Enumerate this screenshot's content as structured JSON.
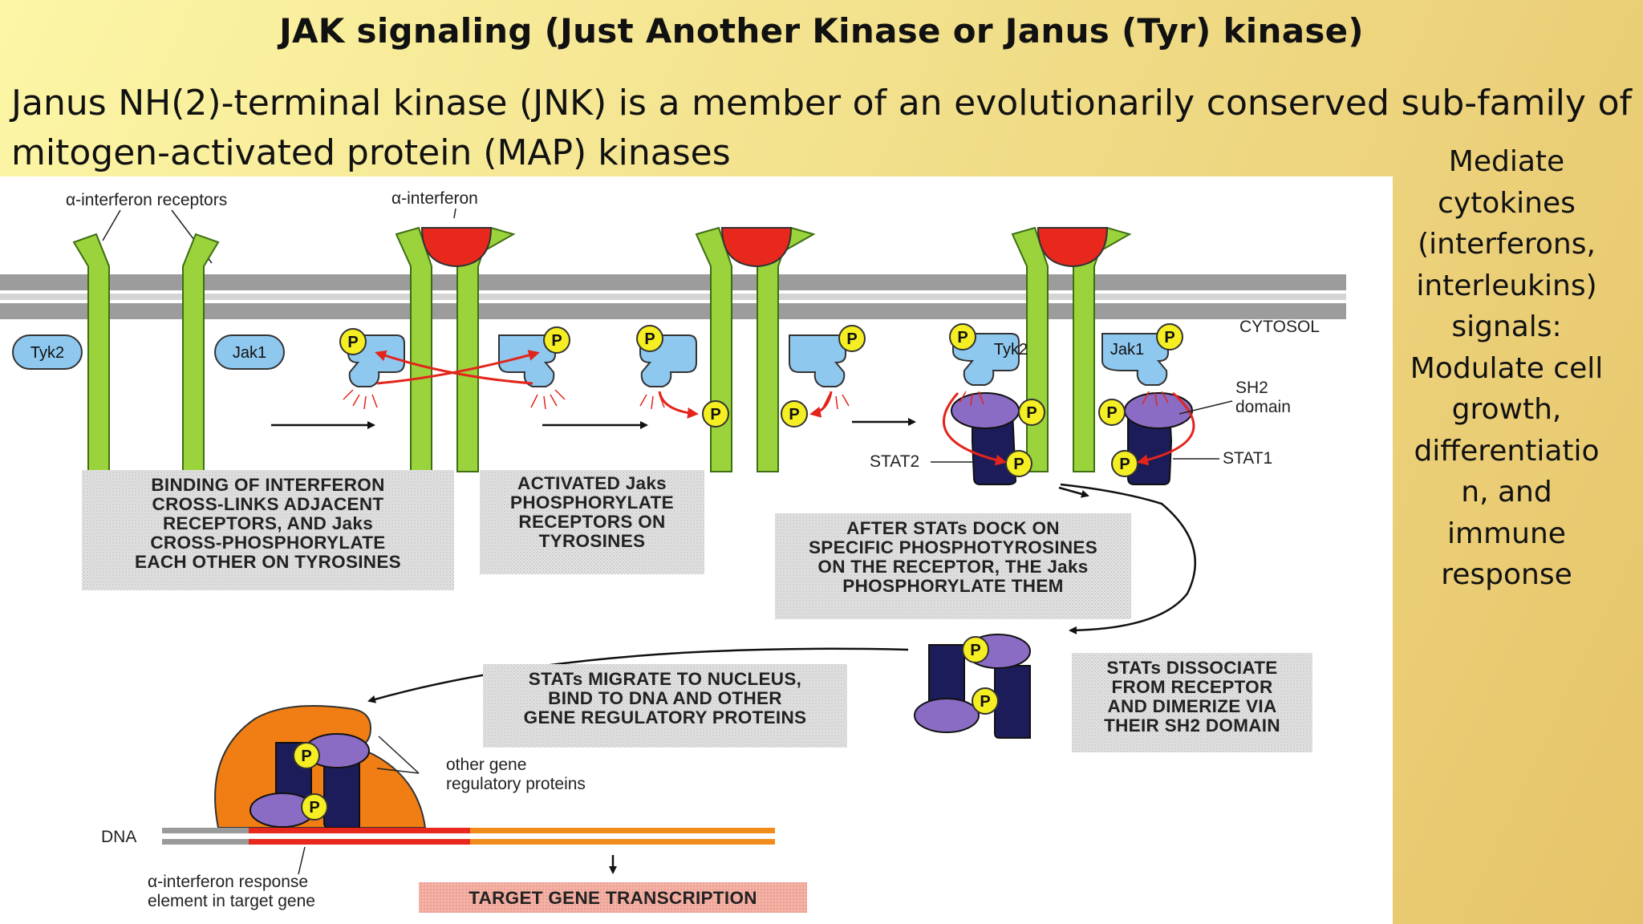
{
  "title": "JAK signaling   (Just Another Kinase or Janus (Tyr) kinase)",
  "intro": "Janus NH(2)-terminal kinase (JNK) is a member of an evolutionarily conserved sub-family of mitogen-activated protein (MAP) kinases",
  "side_lines": [
    "Mediate",
    "cytokines",
    "(interferons,",
    "interleukins)",
    "signals:",
    "Modulate cell",
    "growth,",
    "differentiatio",
    "n, and",
    "immune",
    "response"
  ],
  "diagram": {
    "receptors_label": "α-interferon receptors",
    "interferon_label": "α-interferon",
    "cytosol_label": "CYTOSOL",
    "tyk2_label": "Tyk2",
    "jak1_label": "Jak1",
    "p_label": "P",
    "sh2_label_1": "SH2",
    "sh2_label_2": "domain",
    "stat2_label": "STAT2",
    "stat1_label": "STAT1",
    "caption1": [
      "BINDING OF INTERFERON",
      "CROSS-LINKS ADJACENT",
      "RECEPTORS, AND Jaks",
      "CROSS-PHOSPHORYLATE",
      "EACH OTHER ON TYROSINES"
    ],
    "caption2": [
      "ACTIVATED Jaks",
      "PHOSPHORYLATE",
      "RECEPTORS ON",
      "TYROSINES"
    ],
    "caption3": [
      "AFTER STATs DOCK ON",
      "SPECIFIC PHOSPHOTYROSINES",
      "ON THE RECEPTOR, THE Jaks",
      "PHOSPHORYLATE THEM"
    ],
    "caption4": [
      "STATs DISSOCIATE",
      "FROM RECEPTOR",
      "AND DIMERIZE VIA",
      "THEIR SH2 DOMAIN"
    ],
    "caption5": [
      "STATs MIGRATE TO NUCLEUS,",
      "BIND TO DNA AND OTHER",
      "GENE REGULATORY PROTEINS"
    ],
    "other_proteins_1": "other gene",
    "other_proteins_2": "regulatory proteins",
    "dna_label": "DNA",
    "response_element_1": "α-interferon response",
    "response_element_2": "element in target gene",
    "transcription_label": "TARGET GENE TRANSCRIPTION"
  },
  "colors": {
    "receptor": "#9bd33d",
    "interferon": "#e8281c",
    "kinase": "#8ec8ef",
    "phosphate": "#f5ee22",
    "stat_dark": "#1c1c5a",
    "stat_light": "#8a6cc4",
    "orange_protein": "#f07e14",
    "arrow_red": "#e3241b"
  }
}
